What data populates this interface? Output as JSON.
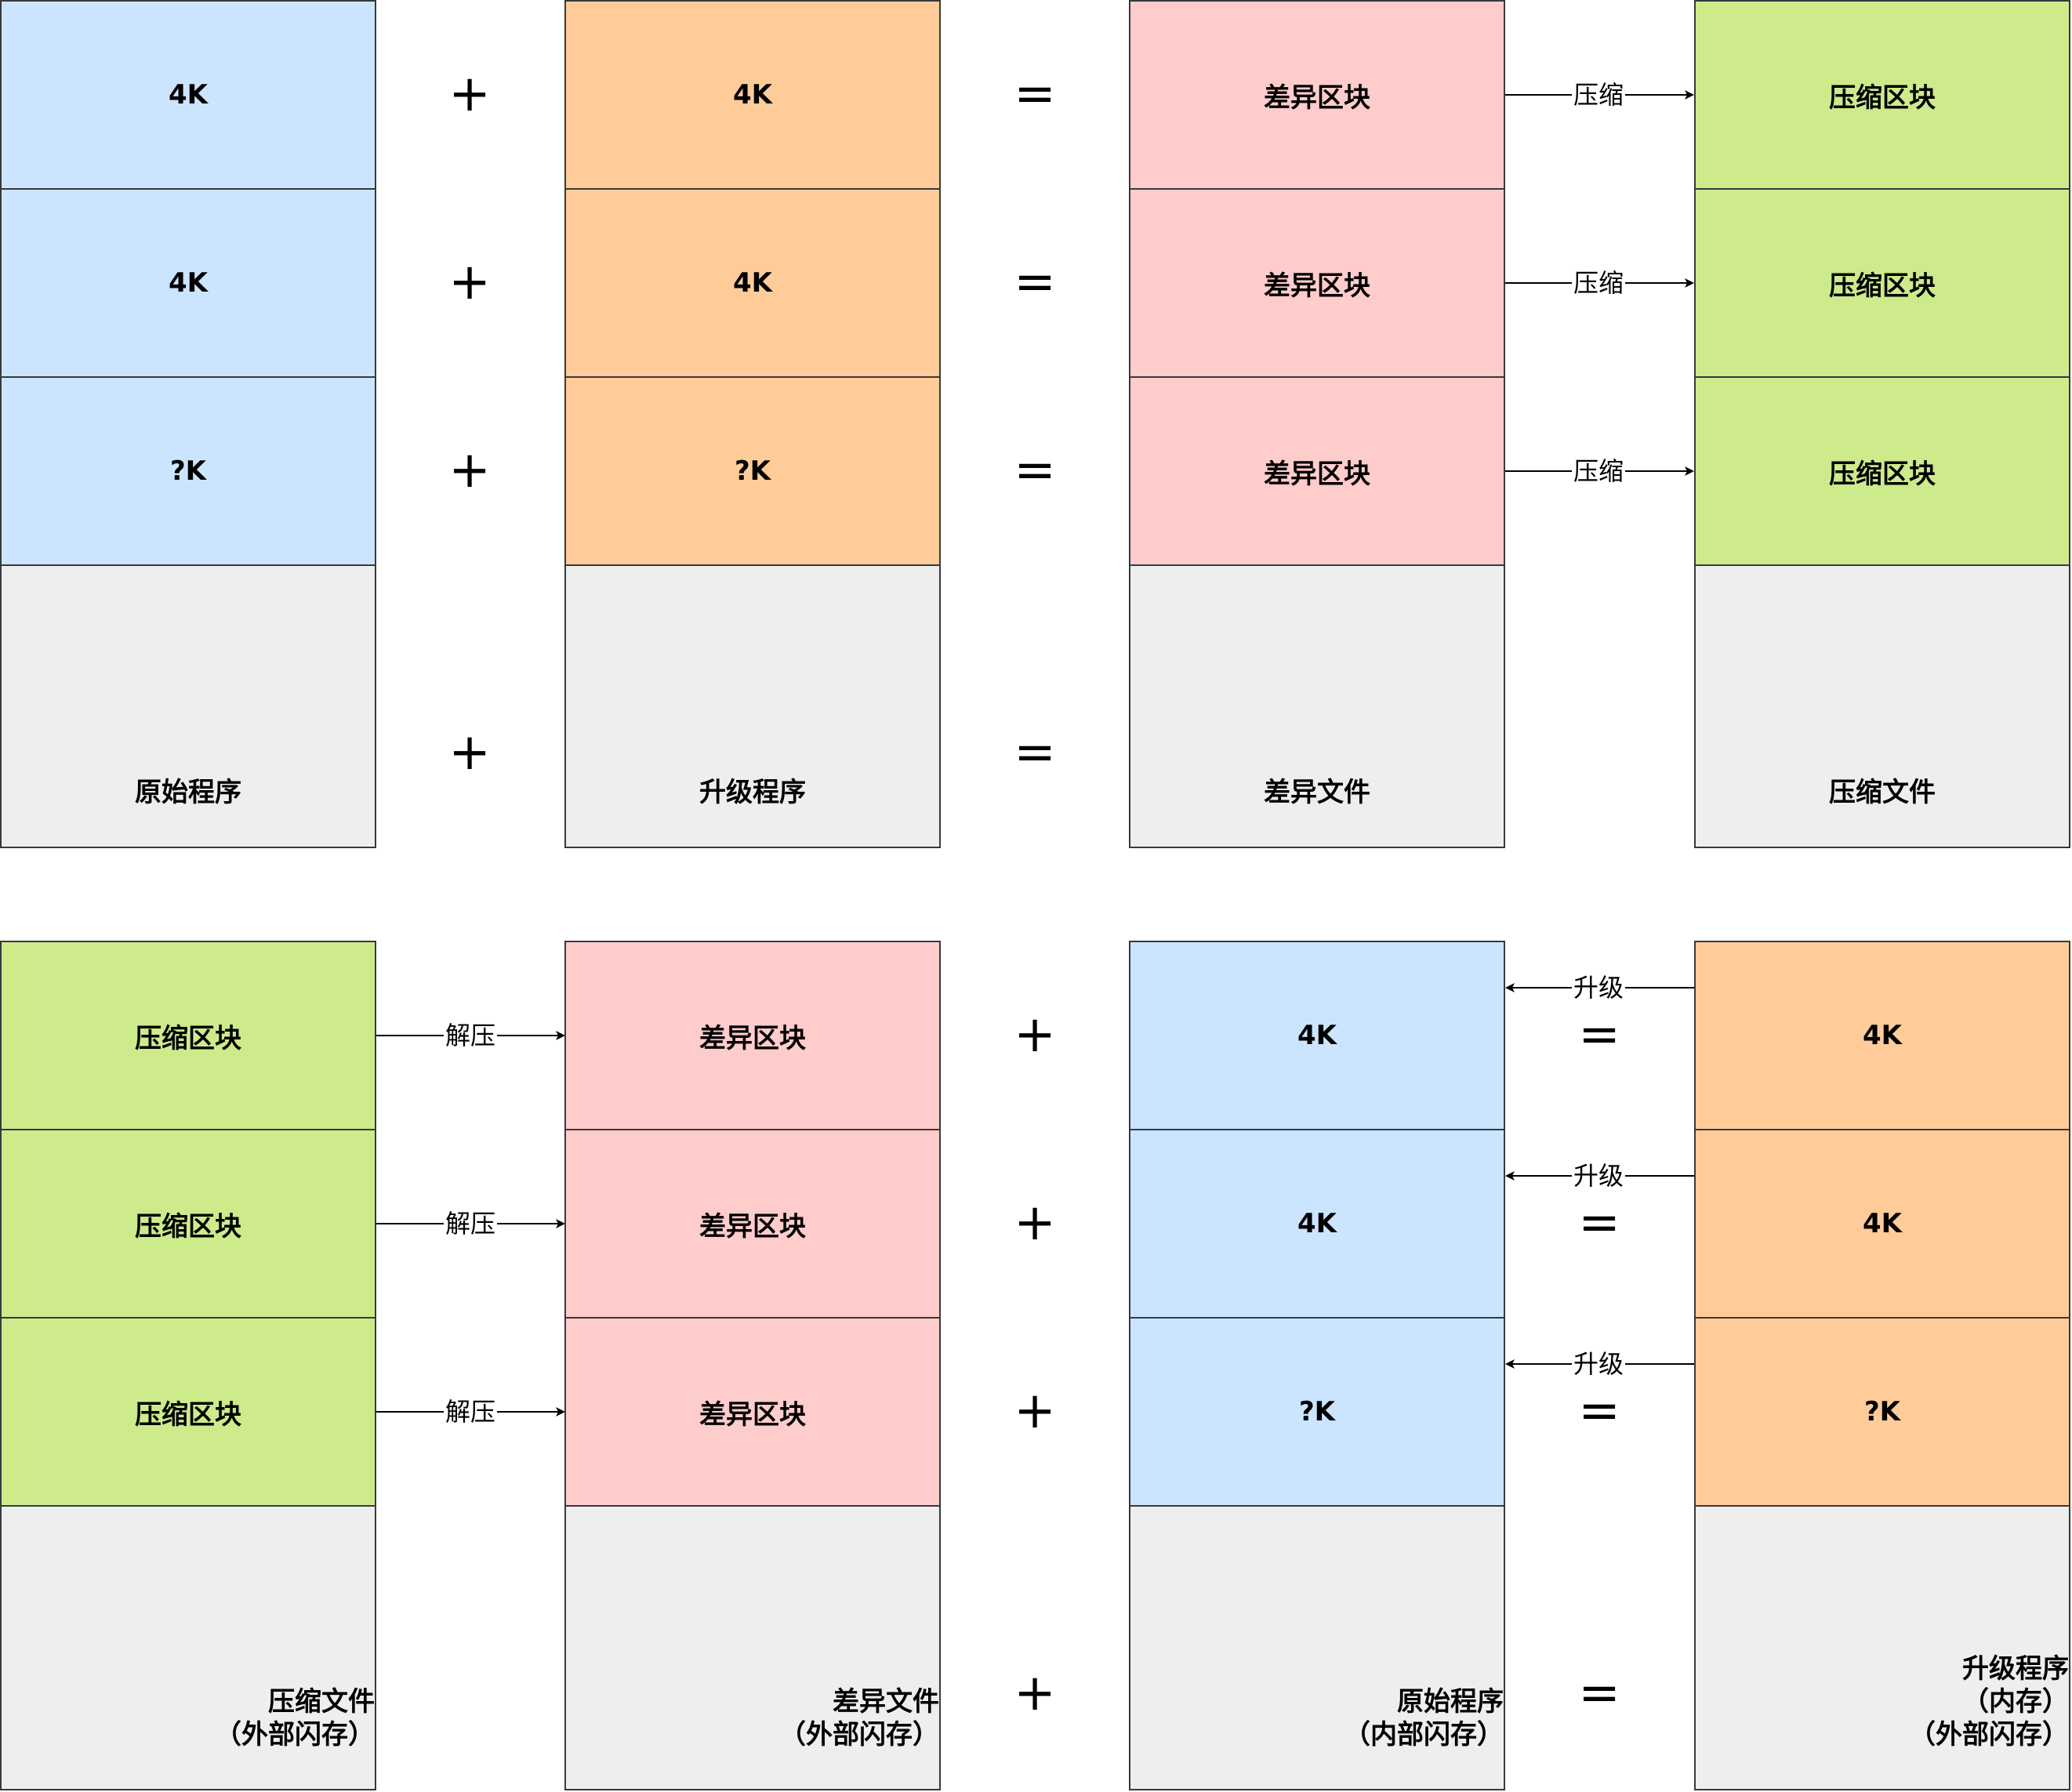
{
  "top": {
    "col1": {
      "blocks": [
        "4K",
        "4K",
        "?K"
      ],
      "label": "原始程序"
    },
    "col2": {
      "blocks": [
        "4K",
        "4K",
        "?K"
      ],
      "label": "升级程序"
    },
    "col3": {
      "blocks": [
        "差异区块",
        "差异区块",
        "差异区块"
      ],
      "label": "差异文件"
    },
    "col4": {
      "blocks": [
        "压缩区块",
        "压缩区块",
        "压缩区块"
      ],
      "label": "压缩文件"
    },
    "plus": "+",
    "equals": "=",
    "arrow_label": "压缩"
  },
  "bottom": {
    "col1": {
      "blocks": [
        "压缩区块",
        "压缩区块",
        "压缩区块"
      ],
      "label_line1": "压缩文件",
      "label_line2": "（外部闪存）"
    },
    "col2": {
      "blocks": [
        "差异区块",
        "差异区块",
        "差异区块"
      ],
      "label_line1": "差异文件",
      "label_line2": "（外部闪存）"
    },
    "col3": {
      "blocks": [
        "4K",
        "4K",
        "?K"
      ],
      "label_line1": "原始程序",
      "label_line2": "（内部闪存）"
    },
    "col4": {
      "blocks": [
        "4K",
        "4K",
        "?K"
      ],
      "label_line1": "升级程序",
      "label_line2": "（内存）",
      "label_line3": "（外部闪存）"
    },
    "plus": "+",
    "equals": "=",
    "arrow_label_decompress": "解压",
    "arrow_label_upgrade": "升级"
  }
}
